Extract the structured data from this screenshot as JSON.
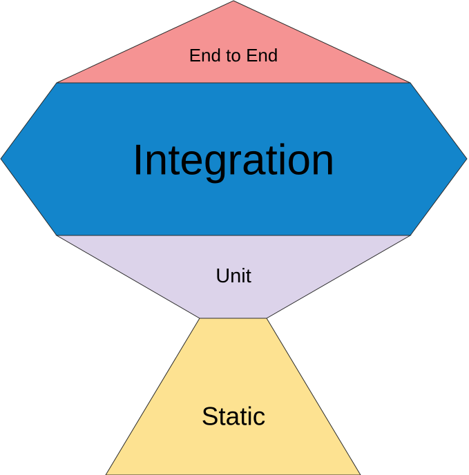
{
  "diagram": {
    "layers": {
      "end_to_end": {
        "label": "End to End",
        "color": "#f59393"
      },
      "integration": {
        "label": "Integration",
        "color": "#1385cb"
      },
      "unit": {
        "label": "Unit",
        "color": "#dcd3ea"
      },
      "static": {
        "label": "Static",
        "color": "#fde291"
      }
    },
    "outline_color": "#2b2b2b"
  }
}
